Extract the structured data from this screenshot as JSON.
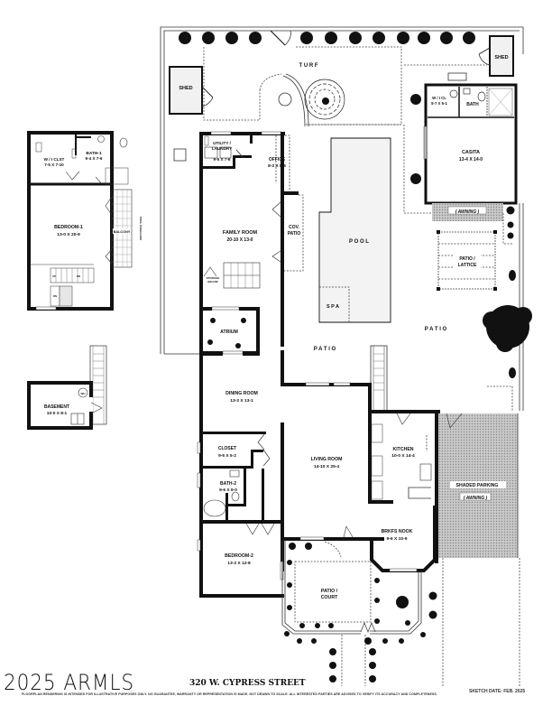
{
  "property": {
    "address": "320 W. CYPRESS STREET",
    "brand": "2025 ARMLS",
    "sketch_date": "SKETCH DATE:  FEB. 2025",
    "disclaimer": "FLOORPLAN RENDERING IS INTENDED FOR ILLUSTRATIVE PURPOSES ONLY.  NO GUARANTEE, WARRANTY OR REPRESENTATION IS MADE.  NOT DRAWN TO SCALE.  ALL INTERESTED PARTIES ARE ADVISED TO VERIFY ITS ACCURACY AND COMPLETENESS."
  },
  "upper_level": {
    "rooms": [
      {
        "name": "W / I  CLST",
        "dims": "7-5 X 7-10"
      },
      {
        "name": "BATH-1",
        "dims": "9-4 X 7-6"
      },
      {
        "name": "BEDROOM-1",
        "dims": "13-0  X  20-9"
      },
      {
        "name": "BALCONY",
        "dims": ""
      }
    ],
    "side_note": "POOL OVERLOOK",
    "stair_labels": [
      "UP",
      "DN",
      "DN"
    ]
  },
  "lower_level": {
    "rooms": [
      {
        "name": "BASEMENT",
        "dims": "10-0 X 8-1"
      }
    ],
    "fixtures": [
      "WH"
    ]
  },
  "main_level": {
    "rooms": [
      {
        "name": "UTILITY / LAUNDRY",
        "line1": "UTILITY /",
        "line2": "LAUNDRY",
        "dims": "9-5 X 7-6"
      },
      {
        "name": "OFFICE",
        "dims": "8-3 X 8-6"
      },
      {
        "name": "FAMILY ROOM",
        "dims": "20-10  X  13-0"
      },
      {
        "name": "COV. PATIO",
        "line1": "COV.",
        "line2": "PATIO",
        "dims": ""
      },
      {
        "name": "STORAGE BELOW",
        "line1": "STORAGE",
        "line2": "BELOW",
        "dims": ""
      },
      {
        "name": "ATRIUM",
        "dims": ""
      },
      {
        "name": "DINING ROOM",
        "dims": "13-3  X  13-1"
      },
      {
        "name": "CLOSET",
        "dims": "9-6 X 5-2"
      },
      {
        "name": "BATH-2",
        "dims": "9-6 X 9-0"
      },
      {
        "name": "BEDROOM-2",
        "dims": "13-3  X  12-8"
      },
      {
        "name": "LIVING ROOM",
        "dims": "14-10  X  25-4"
      },
      {
        "name": "KITCHEN",
        "dims": "10-0 X 14-4"
      },
      {
        "name": "BRKFS NOOK",
        "dims": "9-6  X  10-9"
      },
      {
        "name": "PATIO / COURT",
        "line1": "PATIO /",
        "line2": "COURT",
        "dims": ""
      }
    ]
  },
  "casita": {
    "rooms": [
      {
        "name": "W / I  CL",
        "dims": "5-7 X 5-1"
      },
      {
        "name": "BATH",
        "dims": ""
      },
      {
        "name": "CASITA",
        "dims": "13-4 X 14-0"
      }
    ],
    "awning": "( AWNING )"
  },
  "exterior": {
    "turf": "T U R F",
    "shed_left": "SHED",
    "shed_right": "SHED",
    "pool": "P O O L",
    "spa": "S P A",
    "patio_center": "P A T I O",
    "patio_right": "P A T I O",
    "patio_lattice_1": "PATIO /",
    "patio_lattice_2": "LATTICE",
    "shaded_parking": "SHADED PARKING",
    "parking_awning": "( AWNING )"
  }
}
